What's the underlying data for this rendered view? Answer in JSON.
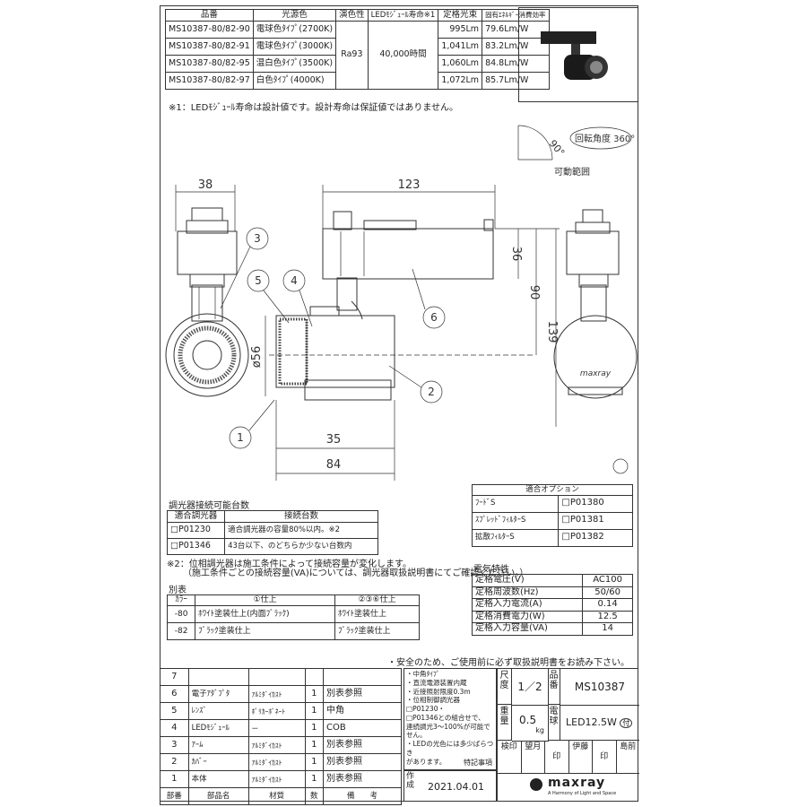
{
  "spec_table": {
    "headers": [
      "品番",
      "光源色",
      "演色性",
      "LEDﾓｼﾞｭｰﾙ寿命※1",
      "定格光束",
      "固有ｴﾈﾙｷﾞｰ消費効率"
    ],
    "ra": "Ra93",
    "life": "40,000時間",
    "rows": [
      {
        "model": "MS10387-80/82-90",
        "color": "電球色ﾀｲﾌﾟ(2700K)",
        "flux": "995Lm",
        "eff": "79.6Lm/W"
      },
      {
        "model": "MS10387-80/82-91",
        "color": "電球色ﾀｲﾌﾟ(3000K)",
        "flux": "1,041Lm",
        "eff": "83.2Lm/W"
      },
      {
        "model": "MS10387-80/82-95",
        "color": "温白色ﾀｲﾌﾟ(3500K)",
        "flux": "1,060Lm",
        "eff": "84.8Lm/W"
      },
      {
        "model": "MS10387-80/82-97",
        "color": "白色ﾀｲﾌﾟ(4000K)",
        "flux": "1,072Lm",
        "eff": "85.7Lm/W"
      }
    ],
    "note": "※1：LEDﾓｼﾞｭｰﾙ寿命は設計値です。設計寿命は保証値ではありません。"
  },
  "drawing": {
    "rotation_angle": "回転角度 360°",
    "tilt_angle": "90°",
    "movable_range": "可動範囲",
    "dims": {
      "w38": "38",
      "w123": "123",
      "h36": "36",
      "h90": "90",
      "h139": "139",
      "d56": "ø56",
      "w35": "35",
      "w84": "84"
    },
    "callouts": [
      "1",
      "2",
      "3",
      "4",
      "5",
      "6"
    ],
    "view_mark": "①",
    "brand_on_fixture": "maxray"
  },
  "dimmer": {
    "title": "調光器接続可能台数",
    "headers": [
      "適合調光器",
      "接続台数"
    ],
    "rows": [
      {
        "model": "□P01230",
        "count": "適合調光器の容量80%以内。※2"
      },
      {
        "model": "□P01346",
        "count": "43台以下、のどちらか少ない台数内"
      }
    ],
    "note1": "※2：位相調光器は施工条件によって接続容量が変化します。",
    "note2": "（施工条件ごとの接続容量(VA)については、調光器取扱説明書にてご確認ください。）"
  },
  "options": {
    "title": "適合オプション",
    "rows": [
      {
        "name": "ﾌｰﾄﾞS",
        "code": "□P01380"
      },
      {
        "name": "ｽﾌﾟﾚｯﾄﾞﾌｨﾙﾀｰS",
        "code": "□P01381"
      },
      {
        "name": "拡散ﾌｨﾙﾀｰS",
        "code": "□P01382"
      }
    ]
  },
  "finish": {
    "title": "別表",
    "headers": [
      "ｶﾗｰ",
      "①仕上",
      "②③⑥仕上"
    ],
    "rows": [
      {
        "code": "-80",
        "f1": "ﾎﾜｲﾄ塗装仕上(内面ﾌﾞﾗｯｸ)",
        "f2": "ﾎﾜｲﾄ塗装仕上"
      },
      {
        "code": "-82",
        "f1": "ﾌﾞﾗｯｸ塗装仕上",
        "f2": "ﾌﾞﾗｯｸ塗装仕上"
      }
    ]
  },
  "electrical": {
    "title": "電気特性",
    "rows": [
      {
        "label": "定格電圧(V)",
        "value": "AC100"
      },
      {
        "label": "定格周波数(Hz)",
        "value": "50/60"
      },
      {
        "label": "定格入力電流(A)",
        "value": "0.14"
      },
      {
        "label": "定格消費電力(W)",
        "value": "12.5"
      },
      {
        "label": "定格入力容量(VA)",
        "value": "14"
      }
    ]
  },
  "safety_note": "・安全のため、ご使用前に必ず取扱説明書をお読み下さい。",
  "parts": {
    "rows": [
      {
        "no": "7",
        "name": "",
        "material": "",
        "qty": "",
        "note": ""
      },
      {
        "no": "6",
        "name": "電子ｱﾀﾞﾌﾟﾀ",
        "material": "ｱﾙﾐﾀﾞｲｶｽﾄ",
        "qty": "1",
        "note": "別表参照"
      },
      {
        "no": "5",
        "name": "ﾚﾝｽﾞ",
        "material": "ﾎﾟﾘｶｰﾎﾞﾈｰﾄ",
        "qty": "1",
        "note": "中角"
      },
      {
        "no": "4",
        "name": "LEDﾓｼﾞｭｰﾙ",
        "material": "ー",
        "qty": "1",
        "note": "COB"
      },
      {
        "no": "3",
        "name": "ｱｰﾑ",
        "material": "ｱﾙﾐﾀﾞｲｶｽﾄ",
        "qty": "1",
        "note": "別表参照"
      },
      {
        "no": "2",
        "name": "ｶﾊﾞｰ",
        "material": "ｱﾙﾐﾀﾞｲｶｽﾄ",
        "qty": "1",
        "note": "別表参照"
      },
      {
        "no": "1",
        "name": "本体",
        "material": "ｱﾙﾐﾀﾞｲｶｽﾄ",
        "qty": "1",
        "note": "別表参照"
      }
    ],
    "footer": {
      "no": "部番",
      "name": "部品名",
      "material": "材質",
      "qty": "数",
      "note": "備　　考"
    }
  },
  "special": {
    "lines": [
      "・中角ﾀｲﾌﾟ",
      "・直流電源装置内蔵",
      "・近接照射限度0.3m",
      "・位相制御調光器□P01230・",
      "□P01346との組合せで、",
      "連続調光3～100%が可能で",
      "せん。",
      "・LEDの光色には多少ばらつき",
      "があります。"
    ],
    "label": "特記事項"
  },
  "titleblock": {
    "scale_label": "尺度",
    "scale": "1／2",
    "model_label": "品番",
    "model": "MS10387",
    "weight_label": "重量",
    "weight": "0.5",
    "weight_unit": "kg",
    "bulb_label": "電球",
    "bulb": "LED12.5W",
    "bulb_mark": "付",
    "approval": [
      "検印",
      "望月",
      "印",
      "伊藤",
      "印",
      "島前"
    ],
    "date_label": "作成",
    "date": "2021.04.01",
    "brand": "maxray",
    "brand_tag": "A Harmony of Light and Space"
  }
}
